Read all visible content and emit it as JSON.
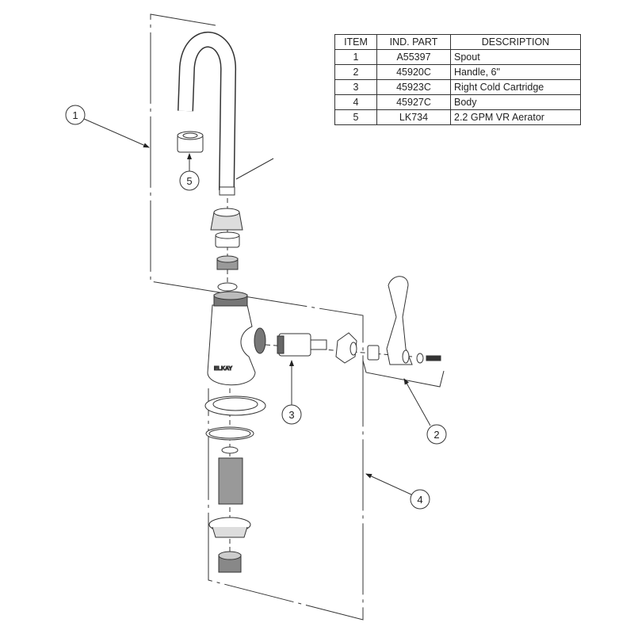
{
  "title": "Faucet exploded parts diagram",
  "parts_table": {
    "headers": [
      "ITEM",
      "IND. PART",
      "DESCRIPTION"
    ],
    "rows": [
      {
        "item": "1",
        "part": "A55397",
        "description": "Spout"
      },
      {
        "item": "2",
        "part": "45920C",
        "description": "Handle, 6\""
      },
      {
        "item": "3",
        "part": "45923C",
        "description": "Right Cold Cartridge"
      },
      {
        "item": "4",
        "part": "45927C",
        "description": "Body"
      },
      {
        "item": "5",
        "part": "LK734",
        "description": "2.2 GPM VR Aerator"
      }
    ]
  },
  "callouts": [
    "1",
    "2",
    "3",
    "4",
    "5"
  ],
  "brand_mark": "ELKAY"
}
